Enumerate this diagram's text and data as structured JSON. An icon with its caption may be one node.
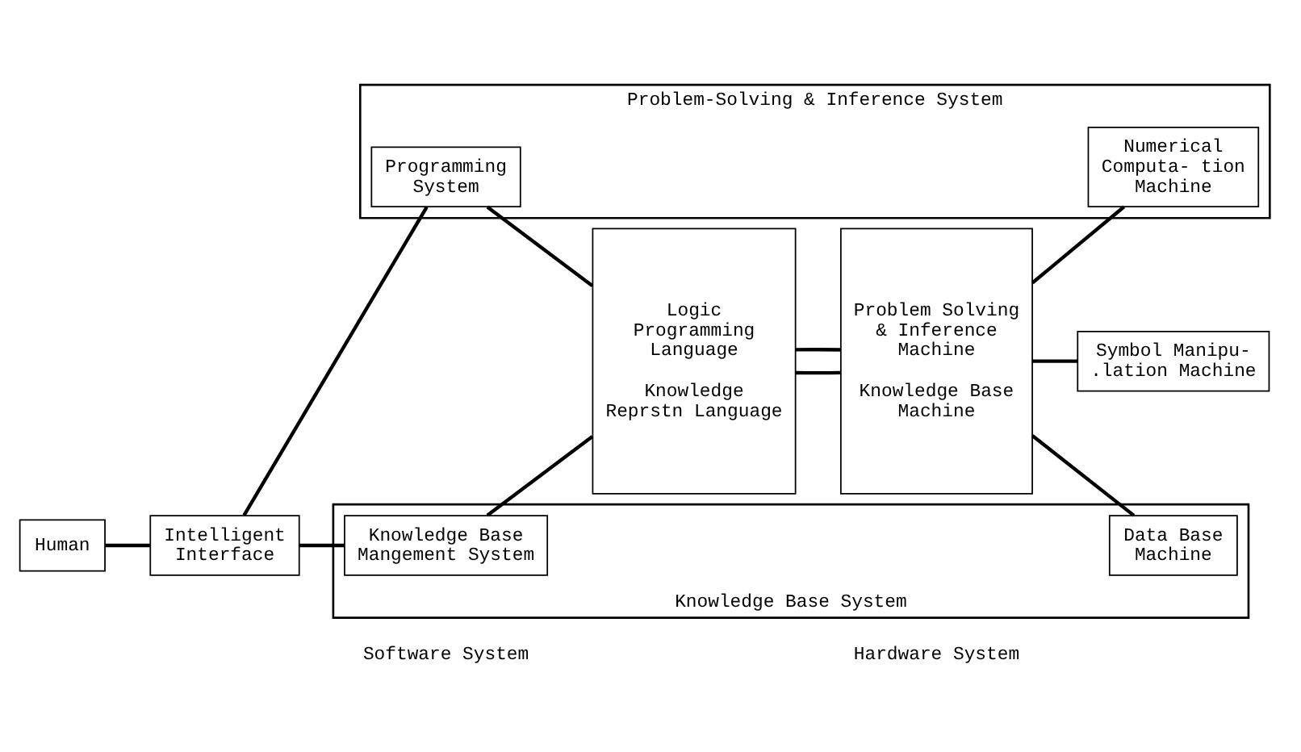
{
  "diagram": {
    "nodes": [
      {
        "text": [
          "Human"
        ]
      },
      {
        "text": [
          "Intelligent Interface"
        ]
      },
      {
        "text": [
          "Problem-Solving & Inference System"
        ]
      },
      {
        "text": [
          "Programming System"
        ],
        "in": 2
      },
      {
        "text": [
          "Logic Programming Language",
          "Knowledge Reprstn Language"
        ]
      },
      {
        "text": [
          "Problem Solving & Inference Machine",
          "Knowledge Base Machine"
        ]
      },
      {
        "text": [
          "Numerical Computa- tion Machine"
        ],
        "in": 2
      },
      {
        "text": [
          "Symbol Manipu- .lation Machine"
        ]
      },
      {
        "text": [
          "Knowledge Base System"
        ]
      },
      {
        "text": [
          "Knowledge Base Mangement System"
        ],
        "in": 8
      },
      {
        "text": [
          "Data Base Machine"
        ],
        "in": 8
      }
    ],
    "edges": [
      {
        "from": 0,
        "to": 1,
        "arrow": "none"
      },
      {
        "from": 1,
        "to": 3,
        "arrow": "none"
      },
      {
        "from": 1,
        "to": 9,
        "arrow": "none"
      },
      {
        "from": 3,
        "to": 4,
        "arrow": "none"
      },
      {
        "from": 9,
        "to": 4,
        "arrow": "none"
      },
      {
        "from": 4,
        "to": 5,
        "arrow": "none"
      },
      {
        "from": 4,
        "to": 5,
        "arrow": "none"
      },
      {
        "from": 5,
        "to": 6,
        "arrow": "none"
      },
      {
        "from": 5,
        "to": 7,
        "arrow": "none"
      },
      {
        "from": 5,
        "to": 10,
        "arrow": "none"
      }
    ],
    "labels": [
      "Software System",
      "Hardware System"
    ]
  }
}
